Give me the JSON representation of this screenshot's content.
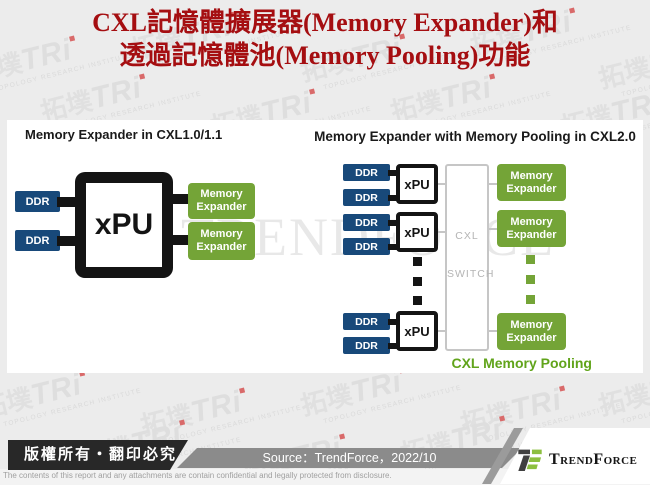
{
  "title": {
    "line1": "CXL記憶體擴展器(Memory Expander)和",
    "line2": "透過記憶體池(Memory Pooling)功能",
    "color": "#A50E11"
  },
  "watermark": {
    "brand_cjk": "拓墣",
    "brand_latin": "TRi",
    "caption": "TOPOLOGY RESEARCH INSTITUTE",
    "tiles": [
      [
        -30,
        40
      ],
      [
        130,
        16
      ],
      [
        300,
        38
      ],
      [
        470,
        12
      ],
      [
        598,
        45
      ],
      [
        40,
        78
      ],
      [
        210,
        93
      ],
      [
        390,
        78
      ],
      [
        560,
        93
      ],
      [
        -20,
        375
      ],
      [
        140,
        392
      ],
      [
        300,
        372
      ],
      [
        460,
        390
      ],
      [
        598,
        372
      ],
      [
        80,
        424
      ],
      [
        240,
        438
      ],
      [
        400,
        420
      ],
      [
        560,
        428
      ]
    ]
  },
  "center_watermark": {
    "text": "TRENDFORCE"
  },
  "left_diagram": {
    "title": "Memory Expander in CXL1.0/1.1",
    "ddr": "DDR",
    "xpu": "xPU",
    "expander_line1": "Memory",
    "expander_line2": "Expander"
  },
  "right_diagram": {
    "title": "Memory Expander with Memory Pooling in CXL2.0",
    "ddr": "DDR",
    "xpu": "xPU",
    "switch_line1": "CXL",
    "switch_line2": "SWITCH",
    "expander_line1": "Memory",
    "expander_line2": "Expander",
    "caption": "CXL Memory Pooling"
  },
  "colors": {
    "page_bg": "#ececec",
    "title_red": "#A50E11",
    "ddr_navy": "#18497A",
    "expander_green": "#74A437",
    "pooling_text_green": "#61A41B",
    "switch_gray": "#c6c6c6",
    "diagram_black": "#141414",
    "footer_bar_gray": "#8b8b8b",
    "footer_black": "#282828",
    "logo_green": "#8CBF3F"
  },
  "footer": {
    "copyright": "版權所有‧翻印必究",
    "source": "Source：TrendForce，2022/10",
    "brand": "TrendForce",
    "disclaimer": "The contents of this report and any attachments are contain confidential and legally protected from disclosure."
  }
}
